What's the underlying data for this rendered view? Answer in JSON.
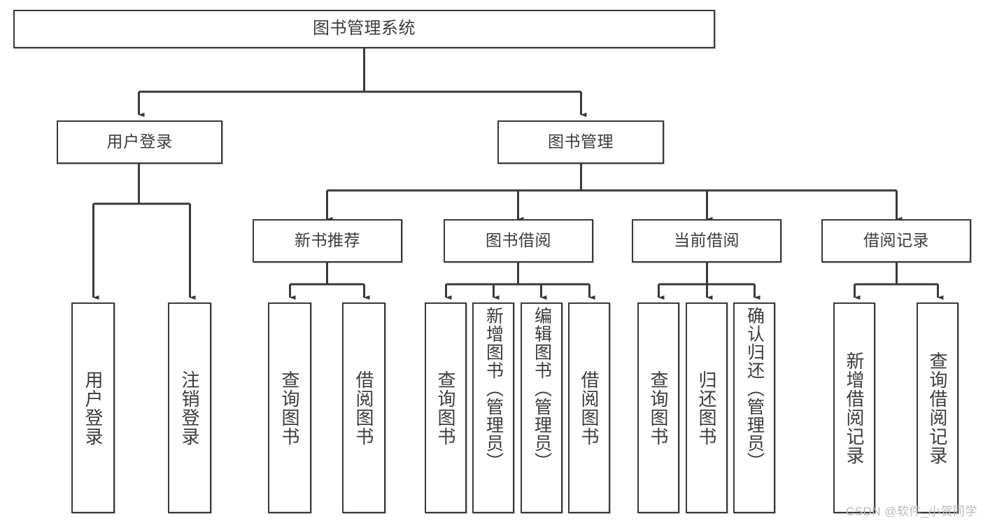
{
  "diagram": {
    "title": "图书管理系统",
    "type": "tree-hierarchy-diagram",
    "root": {
      "label": "图书管理系统"
    },
    "level2": [
      {
        "label": "用户登录"
      },
      {
        "label": "图书管理"
      }
    ],
    "level3": [
      {
        "label": "新书推荐"
      },
      {
        "label": "图书借阅"
      },
      {
        "label": "当前借阅"
      },
      {
        "label": "借阅记录"
      }
    ],
    "leaves": {
      "user_login": [
        {
          "label": "用户登录"
        },
        {
          "label": "注销登录"
        }
      ],
      "new_book_recommend": [
        {
          "label": "查询图书"
        },
        {
          "label": "借阅图书"
        }
      ],
      "book_borrow": [
        {
          "label": "查询图书"
        },
        {
          "label": "新增图书（管理员）"
        },
        {
          "label": "编辑图书（管理员）"
        },
        {
          "label": "借阅图书"
        }
      ],
      "current_borrow": [
        {
          "label": "查询图书"
        },
        {
          "label": "归还图书"
        },
        {
          "label": "确认归还（管理员）"
        }
      ],
      "borrow_record": [
        {
          "label": "新增借阅记录"
        },
        {
          "label": "查询借阅记录"
        }
      ]
    }
  },
  "watermark": {
    "text": "CSDN @软件_小贺同学"
  },
  "colors": {
    "border": "#3a3a3a",
    "text": "#3c3c3c",
    "background": "#ffffff",
    "connector": "#3a3a3a",
    "watermark": "#b9b9b9"
  }
}
